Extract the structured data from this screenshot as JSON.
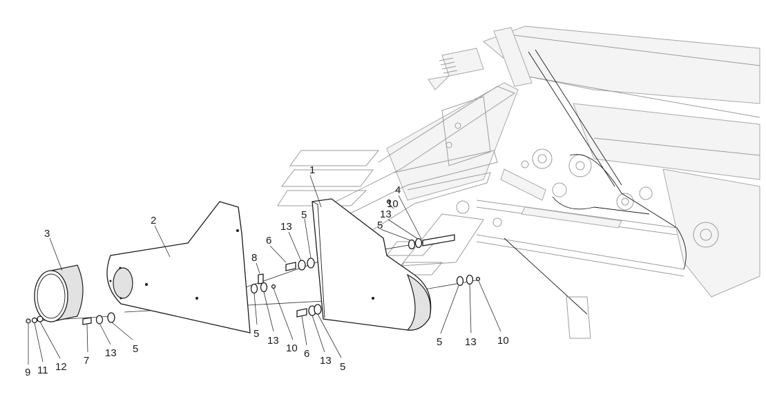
{
  "diagram": {
    "callouts": [
      {
        "id": "c1",
        "text": "1"
      },
      {
        "id": "c2",
        "text": "2"
      },
      {
        "id": "c3",
        "text": "3"
      },
      {
        "id": "c4",
        "text": "4"
      },
      {
        "id": "c5a",
        "text": "5"
      },
      {
        "id": "c5b",
        "text": "5"
      },
      {
        "id": "c5c",
        "text": "5"
      },
      {
        "id": "c5d",
        "text": "5"
      },
      {
        "id": "c5e",
        "text": "5"
      },
      {
        "id": "c5f",
        "text": "5"
      },
      {
        "id": "c6a",
        "text": "6"
      },
      {
        "id": "c6b",
        "text": "6"
      },
      {
        "id": "c7",
        "text": "7"
      },
      {
        "id": "c8",
        "text": "8"
      },
      {
        "id": "c9",
        "text": "9"
      },
      {
        "id": "c10a",
        "text": "10"
      },
      {
        "id": "c10b",
        "text": "10"
      },
      {
        "id": "c10c",
        "text": "10"
      },
      {
        "id": "c11",
        "text": "11"
      },
      {
        "id": "c12",
        "text": "12"
      },
      {
        "id": "c13a",
        "text": "13"
      },
      {
        "id": "c13b",
        "text": "13"
      },
      {
        "id": "c13c",
        "text": "13"
      },
      {
        "id": "c13d",
        "text": "13"
      },
      {
        "id": "c13e",
        "text": "13"
      },
      {
        "id": "c13f",
        "text": "13"
      }
    ]
  }
}
